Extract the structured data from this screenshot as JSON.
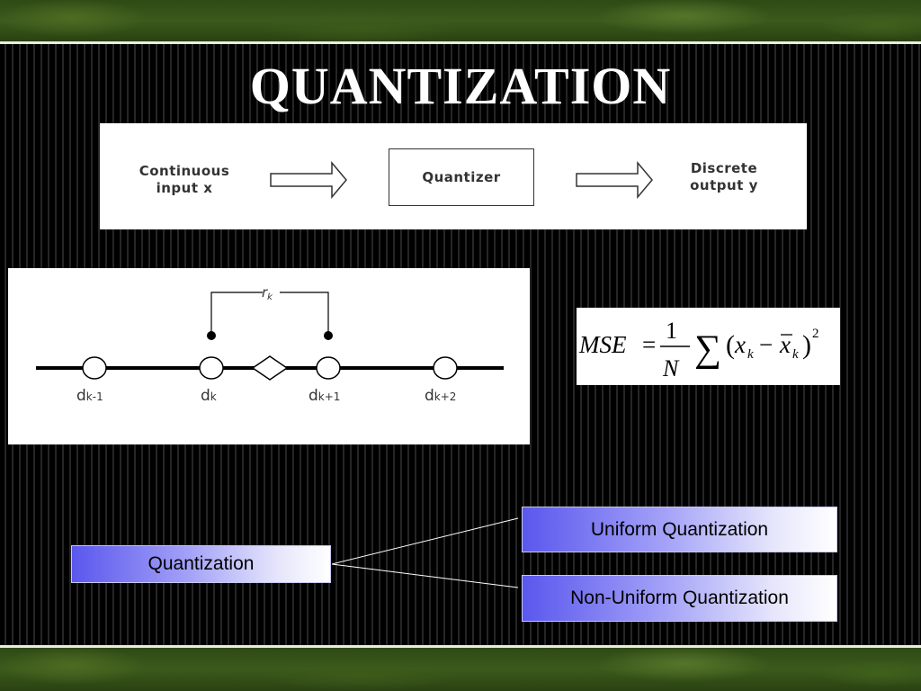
{
  "slide": {
    "title": "QUANTIZATION"
  },
  "flow": {
    "input_line1": "Continuous",
    "input_line2": "input x",
    "block": "Quantizer",
    "output_line1": "Discrete",
    "output_line2": "output y"
  },
  "number_line": {
    "interval_label": "r",
    "interval_sub": "k",
    "points": [
      {
        "base": "d",
        "sub": "k-1"
      },
      {
        "base": "d",
        "sub": "k"
      },
      {
        "base": "d",
        "sub": "k+1"
      },
      {
        "base": "d",
        "sub": "k+2"
      }
    ]
  },
  "formula": {
    "lhs": "MSE",
    "eq": "=",
    "numerator": "1",
    "denominator": "N",
    "sum": "∑",
    "x": "x",
    "sub": "k",
    "minus": "−",
    "exp": "2"
  },
  "tree": {
    "root": "Quantization",
    "children": [
      "Uniform Quantization",
      "Non-Uniform Quantization"
    ]
  },
  "colors": {
    "label_gradient_start": "#5a57ee",
    "background_band": "#3b5a1c"
  }
}
